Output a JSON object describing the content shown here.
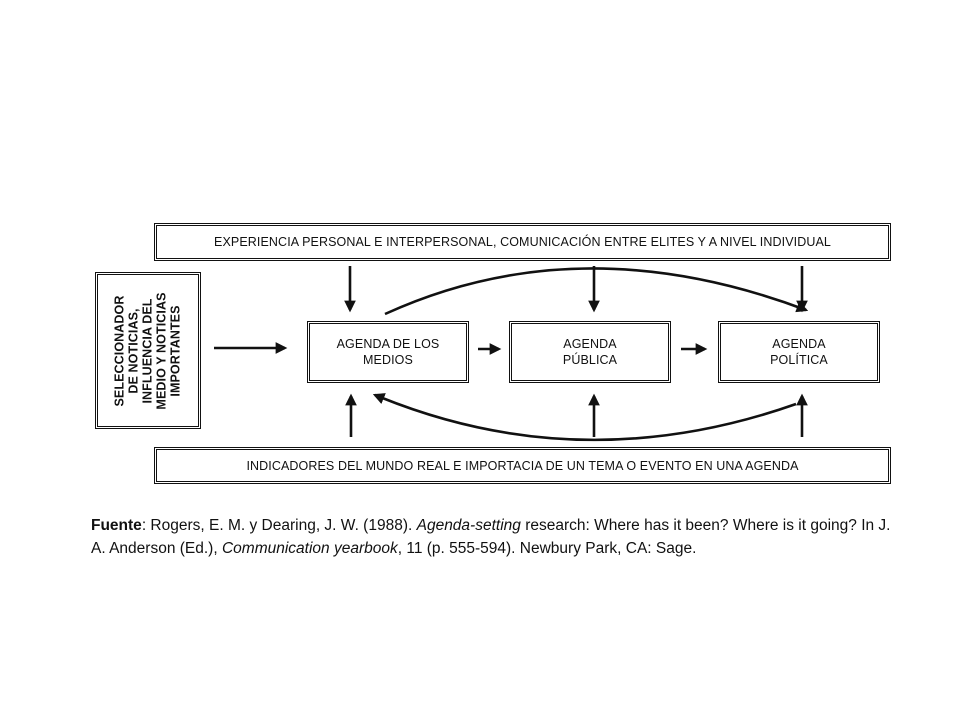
{
  "diagram": {
    "top_box": "EXPERIENCIA PERSONAL E INTERPERSONAL, COMUNICACIÓN ENTRE ELITES Y A NIVEL INDIVIDUAL",
    "bottom_box": "INDICADORES DEL MUNDO REAL E IMPORTACIA DE UN TEMA O EVENTO EN UNA AGENDA",
    "left_box_lines": [
      "SELECCIONADOR",
      "DE NOTICIAS,",
      "INFLUENCIA DEL",
      "MEDIO Y NOTICIAS",
      "IMPORTANTES"
    ],
    "media_agenda": [
      "AGENDA DE LOS",
      "MEDIOS"
    ],
    "public_agenda": [
      "AGENDA",
      "PÚBLICA"
    ],
    "policy_agenda": [
      "AGENDA",
      "POLÍTICA"
    ]
  },
  "source": {
    "label": "Fuente",
    "part1": ": Rogers, E. M. y Dearing, J. W. (1988). ",
    "title1": "Agenda-setting",
    "part2": " research: Where has it been? Where is it going? In J. A. Anderson (Ed.), ",
    "title2": "Communication yearbook",
    "part3": ", 11 (p. 555-594). Newbury Park, CA: Sage."
  },
  "colors": {
    "ink": "#111111",
    "background": "#ffffff"
  }
}
